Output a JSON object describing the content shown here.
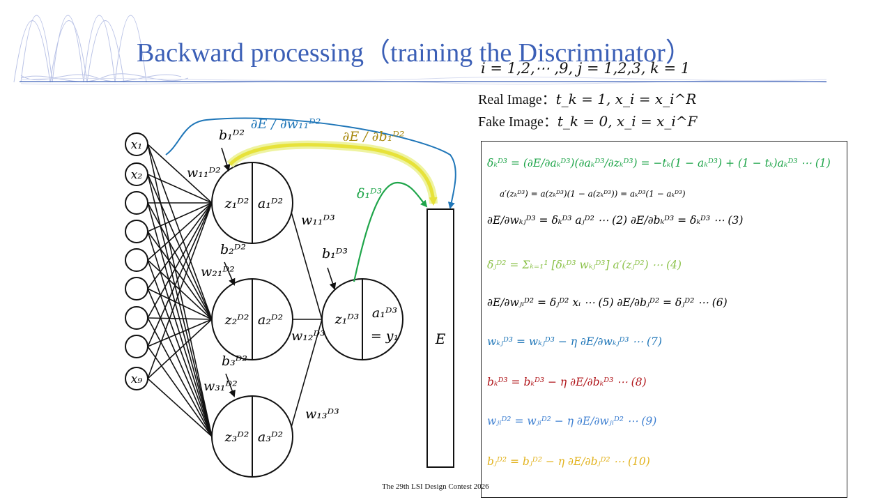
{
  "slide": {
    "title": "Backward processing（training the Discriminator）",
    "index_line": "i = 1,2,⋯ ,9,  j = 1,2,3,  k = 1",
    "real_label": "Real Image：",
    "real_math": "t_k = 1,   x_i = x_i^R",
    "fake_label": "Fake Image：",
    "fake_math": "t_k = 0,   x_i = x_i^F",
    "footer": "The 29th LSI Design Contest 2026"
  },
  "network": {
    "inputs": [
      "x₁",
      "x₂",
      "",
      "",
      "",
      "",
      "",
      "",
      "x₉"
    ],
    "hidden": [
      {
        "z": "z₁ᴰ²",
        "a": "a₁ᴰ²",
        "bias": "b₁ᴰ²",
        "weight": "w₁₁ᴰ²"
      },
      {
        "z": "z₂ᴰ²",
        "a": "a₂ᴰ²",
        "bias": "b₂ᴰ²",
        "weight": "w₂₁ᴰ²"
      },
      {
        "z": "z₃ᴰ²",
        "a": "a₃ᴰ²",
        "bias": "b₃ᴰ²",
        "weight": "w₃₁ᴰ²"
      }
    ],
    "output": {
      "z": "z₁ᴰ³",
      "a": "a₁ᴰ³",
      "y": "= y₁",
      "bias": "b₁ᴰ³"
    },
    "out_weights": [
      "w₁₁ᴰ³",
      "w₁₂ᴰ³",
      "w₁₃ᴰ³"
    ],
    "error_label": "E",
    "grad_w": "∂E / ∂w₁₁ᴰ²",
    "grad_b": "∂E / ∂b₁ᴰ²",
    "delta": "δ₁ᴰ³"
  },
  "equations": [
    {
      "text": "δₖᴰ³ = (∂E/∂aₖᴰ³)(∂aₖᴰ³/∂zₖᴰ³) = −tₖ(1 − aₖᴰ³) + (1 − tₖ)aₖᴰ³ ⋯ (1)"
    },
    {
      "text": "a′(zₖᴰ³) = a(zₖᴰ³)(1 − a(zₖᴰ³)) = aₖᴰ³(1 − aₖᴰ³)"
    },
    {
      "text": "∂E/∂wₖⱼᴰ³ = δₖᴰ³ aⱼᴰ² ⋯ (2)   ∂E/∂bₖᴰ³ = δₖᴰ³ ⋯ (3)"
    },
    {
      "text": "δⱼᴰ² = Σₖ₌₁¹ [δₖᴰ³ wₖⱼᴰ³] a′(zⱼᴰ²) ⋯ (4)"
    },
    {
      "text": "∂E/∂wⱼᵢᴰ² = δⱼᴰ² xᵢ ⋯ (5)   ∂E/∂bⱼᴰ² = δⱼᴰ² ⋯ (6)"
    },
    {
      "text": "wₖⱼᴰ³ = wₖⱼᴰ³ − η ∂E/∂wₖⱼᴰ³ ⋯ (7)"
    },
    {
      "text": "bₖᴰ³ = bₖᴰ³ − η ∂E/∂bₖᴰ³ ⋯ (8)"
    },
    {
      "text": "wⱼᵢᴰ² = wⱼᵢᴰ² − η ∂E/∂wⱼᵢᴰ² ⋯ (9)"
    },
    {
      "text": "bⱼᴰ² = bⱼᴰ² − η ∂E/∂bⱼᴰ² ⋯ (10)"
    }
  ],
  "colors": {
    "title": "#3b5fb6",
    "green": "#1fa54a",
    "light_green": "#8cc24a",
    "dark_red": "#b0161b",
    "teal_blue": "#1f76b8",
    "mid_blue": "#3d7fd1",
    "gold": "#e2b21c",
    "dark_gold": "#a88a12",
    "arrow_yellow": "#e7e23a"
  }
}
